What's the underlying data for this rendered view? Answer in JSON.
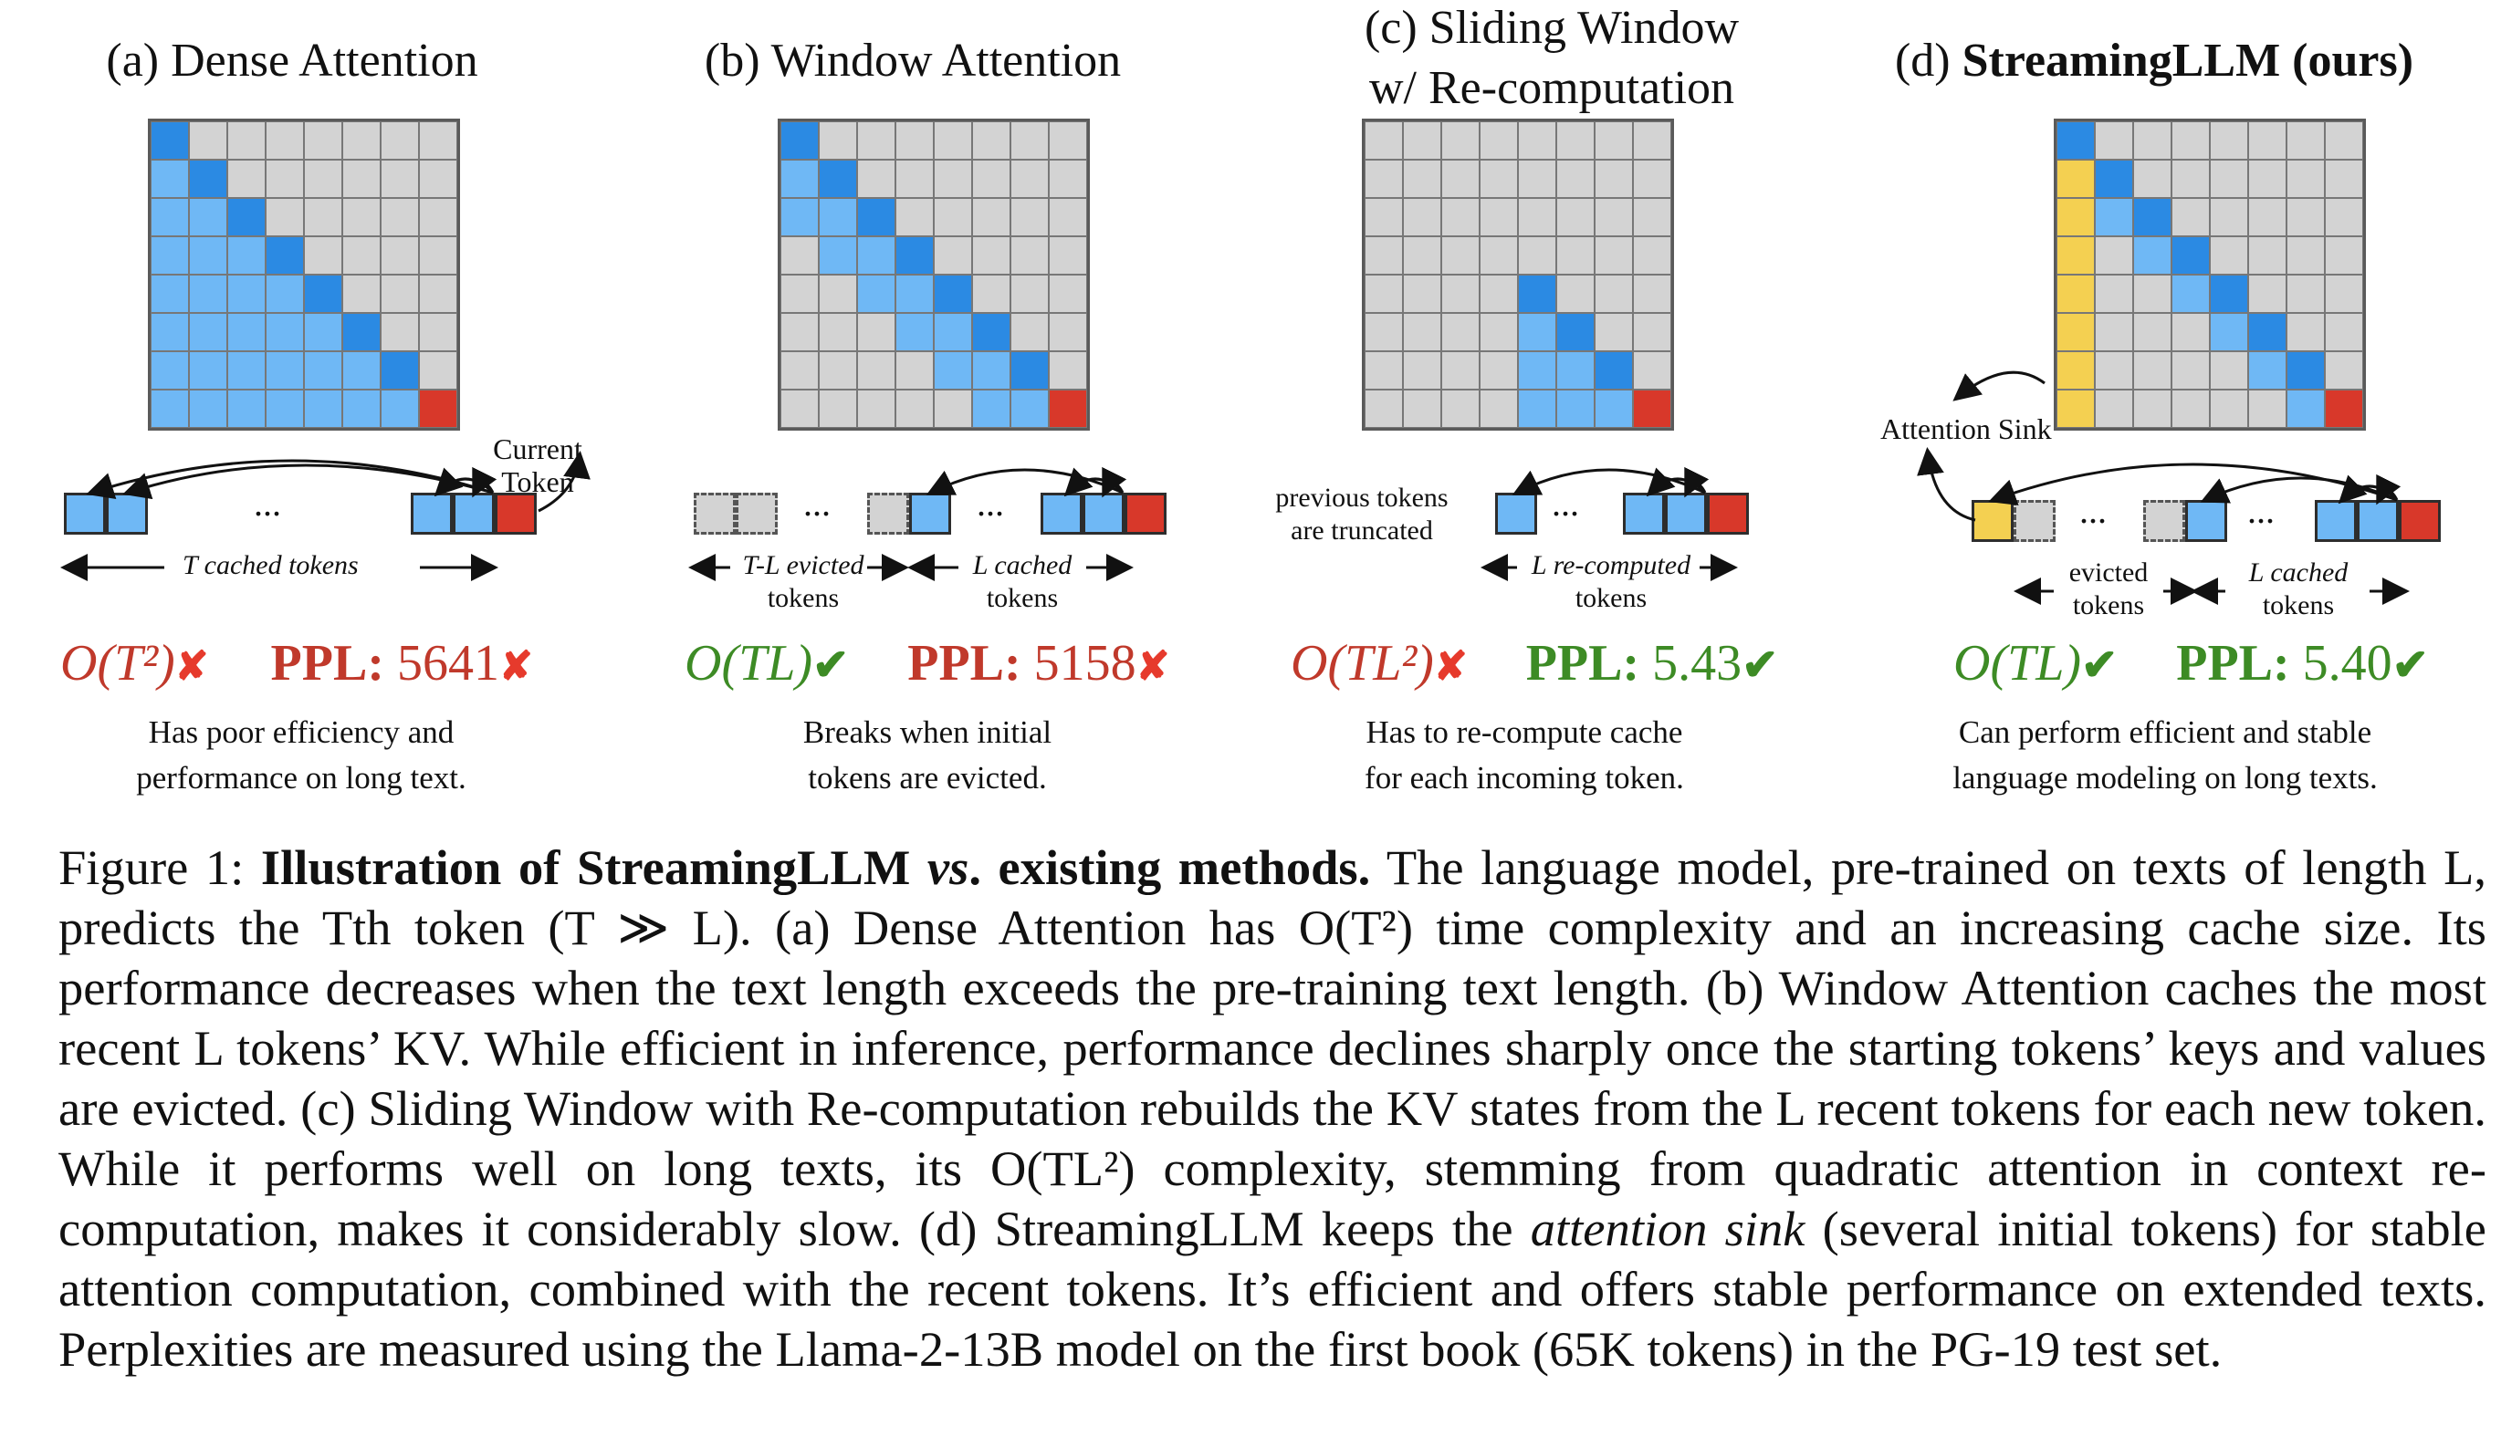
{
  "panels": [
    {
      "title": "(a) Dense Attention",
      "grid": [
        [
          2,
          0,
          0,
          0,
          0,
          0,
          0,
          0
        ],
        [
          1,
          2,
          0,
          0,
          0,
          0,
          0,
          0
        ],
        [
          1,
          1,
          2,
          0,
          0,
          0,
          0,
          0
        ],
        [
          1,
          1,
          1,
          2,
          0,
          0,
          0,
          0
        ],
        [
          1,
          1,
          1,
          1,
          2,
          0,
          0,
          0
        ],
        [
          1,
          1,
          1,
          1,
          1,
          2,
          0,
          0
        ],
        [
          1,
          1,
          1,
          1,
          1,
          1,
          2,
          0
        ],
        [
          1,
          1,
          1,
          1,
          1,
          1,
          1,
          3
        ]
      ],
      "token_label": "T cached tokens",
      "current_label": "Current Token",
      "ellipsis": "...",
      "complexity": "O(T²)",
      "ppl_label": "PPL:",
      "ppl_value": "5641",
      "good_complexity": false,
      "good_ppl": false,
      "desc_line1": "Has poor efficiency and",
      "desc_line2": "performance on long text."
    },
    {
      "title": "(b) Window Attention",
      "grid": [
        [
          2,
          0,
          0,
          0,
          0,
          0,
          0,
          0
        ],
        [
          1,
          2,
          0,
          0,
          0,
          0,
          0,
          0
        ],
        [
          1,
          1,
          2,
          0,
          0,
          0,
          0,
          0
        ],
        [
          0,
          1,
          1,
          2,
          0,
          0,
          0,
          0
        ],
        [
          0,
          0,
          1,
          1,
          2,
          0,
          0,
          0
        ],
        [
          0,
          0,
          0,
          1,
          1,
          2,
          0,
          0
        ],
        [
          0,
          0,
          0,
          0,
          1,
          1,
          2,
          0
        ],
        [
          0,
          0,
          0,
          0,
          0,
          1,
          1,
          3
        ]
      ],
      "evicted_label_1": "T-L evicted",
      "evicted_label_2": "tokens",
      "cached_label_1": "L cached",
      "cached_label_2": "tokens",
      "ellipsis": "...",
      "complexity": "O(TL)",
      "ppl_label": "PPL:",
      "ppl_value": "5158",
      "good_complexity": true,
      "good_ppl": false,
      "desc_line1": "Breaks when initial",
      "desc_line2": "tokens are evicted."
    },
    {
      "title_line1": "(c) Sliding Window",
      "title_line2": "w/ Re-computation",
      "grid": [
        [
          0,
          0,
          0,
          0,
          0,
          0,
          0,
          0
        ],
        [
          0,
          0,
          0,
          0,
          0,
          0,
          0,
          0
        ],
        [
          0,
          0,
          0,
          0,
          0,
          0,
          0,
          0
        ],
        [
          0,
          0,
          0,
          0,
          0,
          0,
          0,
          0
        ],
        [
          0,
          0,
          0,
          0,
          2,
          0,
          0,
          0
        ],
        [
          0,
          0,
          0,
          0,
          1,
          2,
          0,
          0
        ],
        [
          0,
          0,
          0,
          0,
          1,
          1,
          2,
          0
        ],
        [
          0,
          0,
          0,
          0,
          1,
          1,
          1,
          3
        ]
      ],
      "truncated_1": "previous tokens",
      "truncated_2": "are truncated",
      "recomputed_1": "L re-computed",
      "recomputed_2": "tokens",
      "ellipsis": "...",
      "complexity": "O(TL²)",
      "ppl_label": "PPL:",
      "ppl_value": "5.43",
      "good_complexity": false,
      "good_ppl": true,
      "desc_line1": "Has to re-compute cache",
      "desc_line2": "for each incoming token."
    },
    {
      "title_prefix": "(d) ",
      "title_bold": "StreamingLLM (ours)",
      "grid": [
        [
          2,
          0,
          0,
          0,
          0,
          0,
          0,
          0
        ],
        [
          4,
          2,
          0,
          0,
          0,
          0,
          0,
          0
        ],
        [
          4,
          1,
          2,
          0,
          0,
          0,
          0,
          0
        ],
        [
          4,
          0,
          1,
          2,
          0,
          0,
          0,
          0
        ],
        [
          4,
          0,
          0,
          1,
          2,
          0,
          0,
          0
        ],
        [
          4,
          0,
          0,
          0,
          1,
          2,
          0,
          0
        ],
        [
          4,
          0,
          0,
          0,
          0,
          1,
          2,
          0
        ],
        [
          4,
          0,
          0,
          0,
          0,
          0,
          1,
          3
        ]
      ],
      "sink_label": "Attention Sink",
      "evicted_1": "evicted",
      "evicted_2": "tokens",
      "cached_1": "L cached",
      "cached_2": "tokens",
      "ellipsis": "...",
      "complexity": "O(TL)",
      "ppl_label": "PPL:",
      "ppl_value": "5.40",
      "good_complexity": true,
      "good_ppl": true,
      "desc_line1": "Can perform efficient and stable",
      "desc_line2": "language modeling on long texts."
    }
  ],
  "marks": {
    "cross": "✘",
    "check": "✔"
  },
  "colors": {
    "gray": "#d3d3d3",
    "light_blue": "#6fb8f5",
    "dark_blue": "#2b8ae3",
    "red": "#d8382a",
    "yellow": "#f4d051",
    "bad": "#c0392b",
    "good": "#3d8b25"
  },
  "caption": {
    "figure_label": "Figure 1:",
    "bold_part1": "Illustration of StreamingLLM ",
    "bold_italic": "vs",
    "bold_part2": ". existing methods.",
    "text_1": "The language model, pre-trained on texts of length L, predicts the Tth token (T ≫ L). (a) Dense Attention has O(T²) time complexity and an increasing cache size. Its performance decreases when the text length exceeds the pre-training text length. (b) Window Attention caches the most recent L tokens’ KV. While efficient in inference, performance declines sharply once the starting tokens’ keys and values are evicted. (c) Sliding Window with Re-computation rebuilds the KV states from the L recent tokens for each new token. While it performs well on long texts, its O(TL²) complexity, stemming from quadratic attention in context re-computation, makes it considerably slow. (d) StreamingLLM keeps the ",
    "italic_term": "attention sink",
    "text_2": " (several initial tokens) for stable attention computation, combined with the recent tokens. It’s efficient and offers stable performance on extended texts. Perplexities are measured using the Llama-2-13B model on the first book (65K tokens) in the PG-19 test set."
  }
}
